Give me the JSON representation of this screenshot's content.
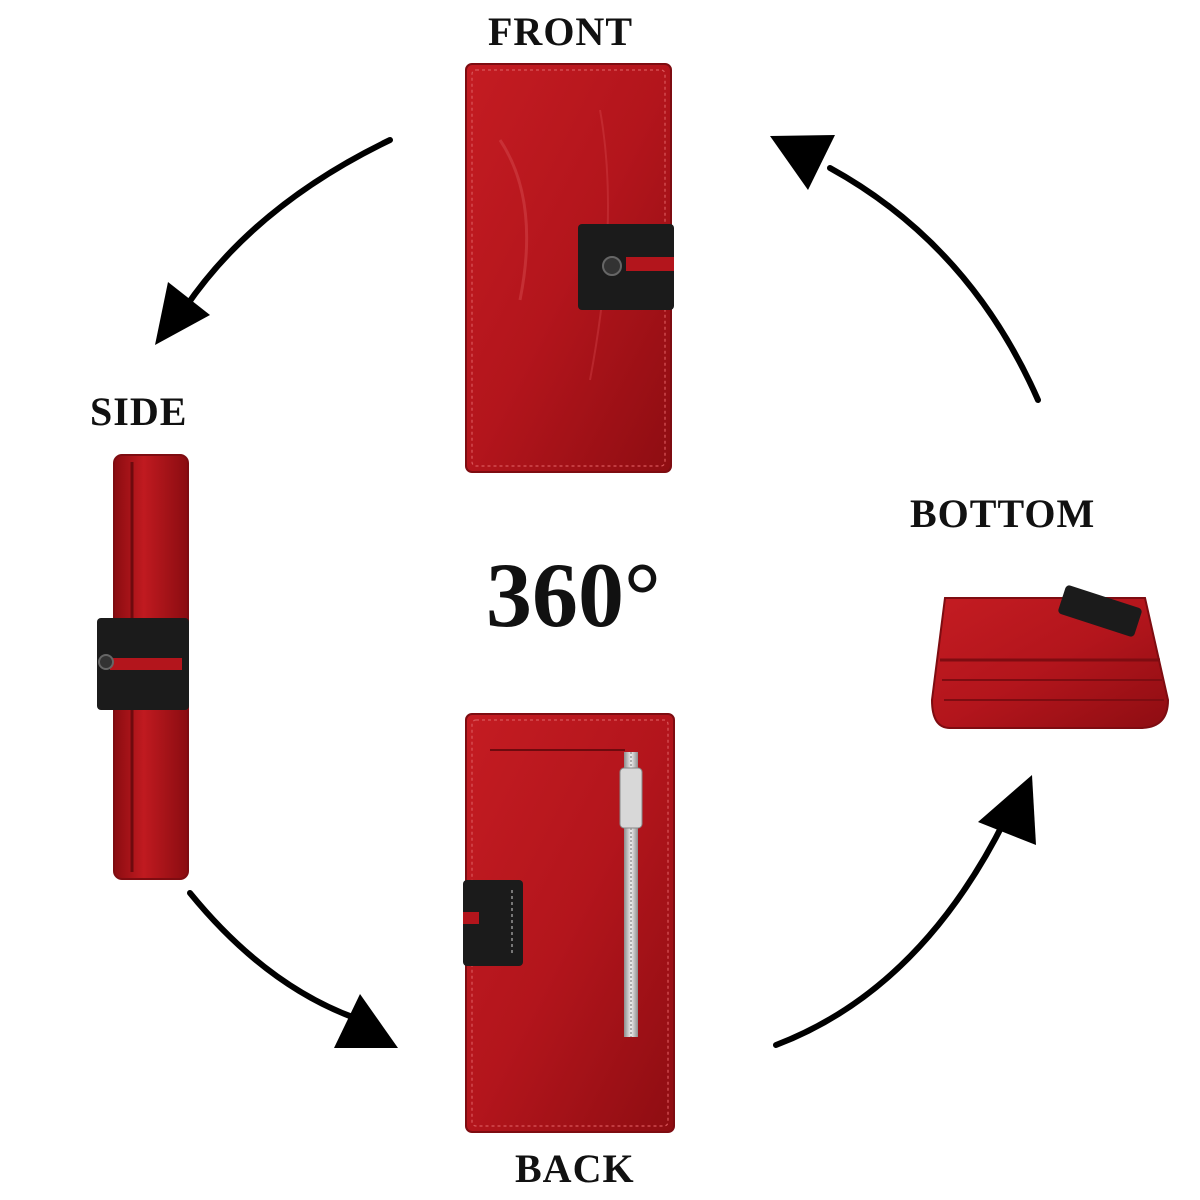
{
  "labels": {
    "front": "FRONT",
    "side": "SIDE",
    "bottom": "BOTTOM",
    "back": "BACK",
    "rotation": "360°"
  },
  "colors": {
    "leather_red": "#b3151c",
    "leather_dark": "#7e0c11",
    "strap_black": "#1b1b1b",
    "arrow_black": "#000000",
    "zipper_silver": "#c9c9c9"
  },
  "icons": {
    "arrows": [
      "curved-arrow-icon",
      "curved-arrow-icon",
      "curved-arrow-icon",
      "curved-arrow-icon"
    ]
  }
}
